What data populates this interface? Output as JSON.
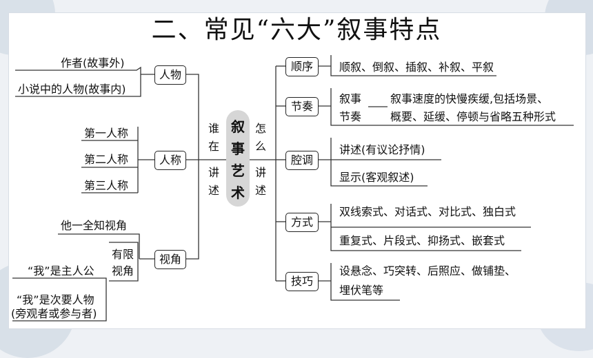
{
  "title": "二、常见“六大”叙事特点",
  "center": {
    "chars": [
      "叙",
      "事",
      "艺",
      "术"
    ]
  },
  "left_side_label": [
    "谁",
    "在",
    "讲",
    "述"
  ],
  "right_side_label": [
    "怎",
    "么",
    "讲",
    "述"
  ],
  "left": {
    "renwu": {
      "box": "人物",
      "items": [
        "作者(故事外)",
        "小说中的人物(故事内)"
      ]
    },
    "rencheng": {
      "box": "人称",
      "items": [
        "第一人称",
        "第二人称",
        "第三人称"
      ]
    },
    "shijiao": {
      "box": "视角",
      "full": "他一全知视角",
      "limited_label": [
        "有限",
        "视角"
      ],
      "limited_items": [
        "“我”是主人公",
        "“我”是次要人物",
        "(旁观者或参与者)"
      ]
    }
  },
  "right": {
    "shunxu": {
      "box": "顺序",
      "text": "顺叙、倒叙、插叙、补叙、平叙"
    },
    "jiezou": {
      "box": "节奏",
      "terms": [
        "叙事",
        "节奏"
      ],
      "desc": [
        "叙事速度的快慢疾缓,包括场景、",
        "概要、延缓、停顿与省略五种形式"
      ]
    },
    "qiangdiao": {
      "box": "腔调",
      "items": [
        "讲述(有议论抒情)",
        "显示(客观叙述)"
      ]
    },
    "fangshi": {
      "box": "方式",
      "items": [
        "双线索式、对话式、对比式、独白式",
        "重复式、片段式、抑扬式、嵌套式"
      ]
    },
    "jiqiao": {
      "box": "技巧",
      "lines": [
        "设悬念、巧突转、后照应、做铺垫、",
        "埋伏笔等"
      ]
    }
  }
}
